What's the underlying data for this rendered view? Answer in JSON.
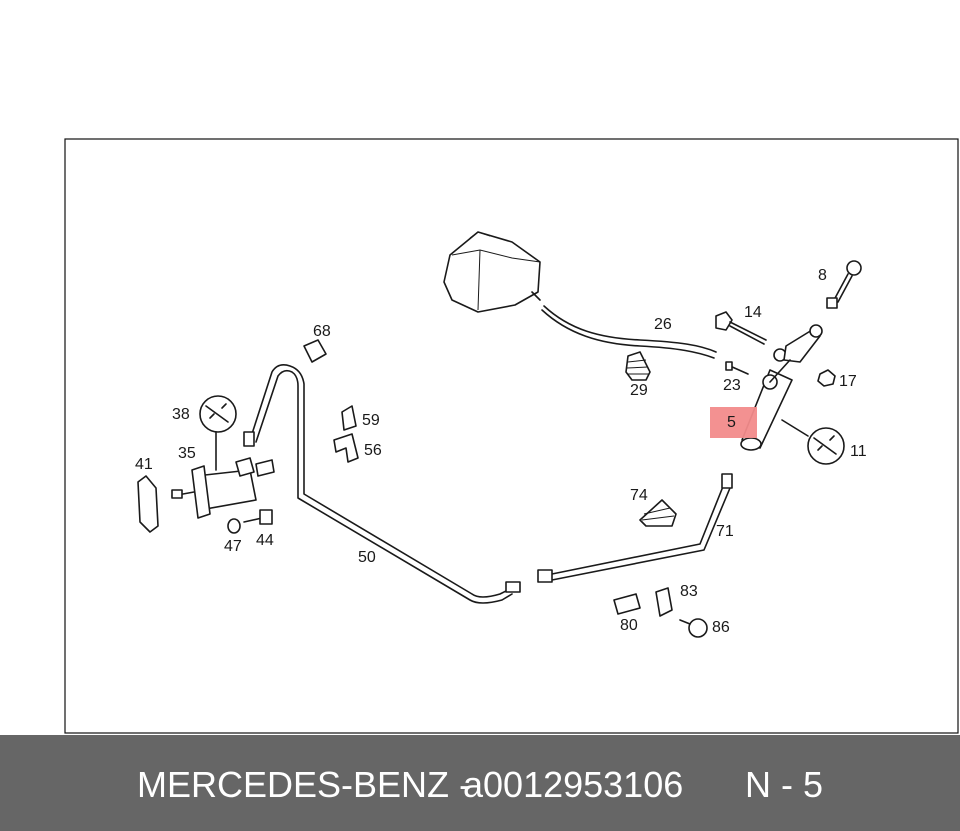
{
  "diagram": {
    "callouts": {
      "p8": "8",
      "p14": "14",
      "p26": "26",
      "p29": "29",
      "p23": "23",
      "p17": "17",
      "p5": "5",
      "p11": "11",
      "p68": "68",
      "p38": "38",
      "p59": "59",
      "p56": "56",
      "p35": "35",
      "p41": "41",
      "p47": "47",
      "p44": "44",
      "p50": "50",
      "p74": "74",
      "p71": "71",
      "p83": "83",
      "p80": "80",
      "p86": "86"
    },
    "highlight_color": "#f28b8b"
  },
  "footer": {
    "brand": "MERCEDES-BENZ",
    "separator": "-",
    "part_number": "a0012953106",
    "reference": "N - 5",
    "background_color": "#666666"
  }
}
